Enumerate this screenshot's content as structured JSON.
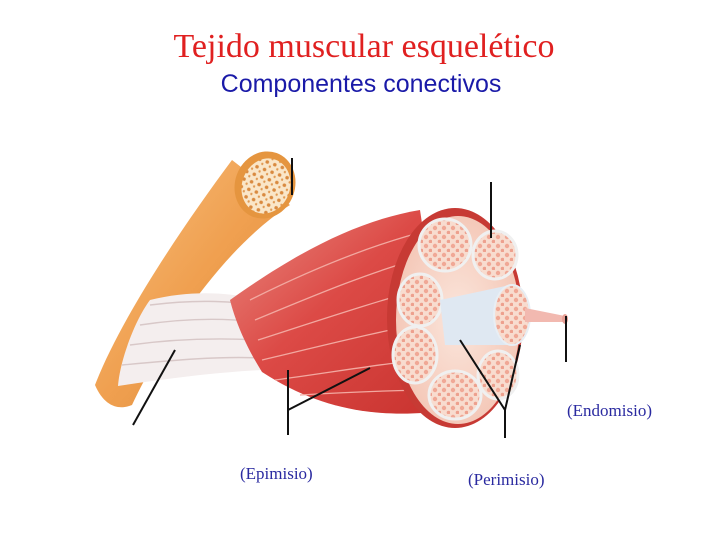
{
  "title": "Tejido muscular esquelético",
  "subtitle": "Componentes conectivos",
  "labels": {
    "epimisio": "(Epimisio)",
    "perimisio": "(Perimisio)",
    "endomisio": "(Endomisio)"
  },
  "colors": {
    "title": "#e02020",
    "subtitle": "#1a1aa8",
    "labels": "#2a2aa0",
    "muscle": "#d94c4c",
    "bone": "#f2a760",
    "fascicle": "#f7cfc0"
  }
}
